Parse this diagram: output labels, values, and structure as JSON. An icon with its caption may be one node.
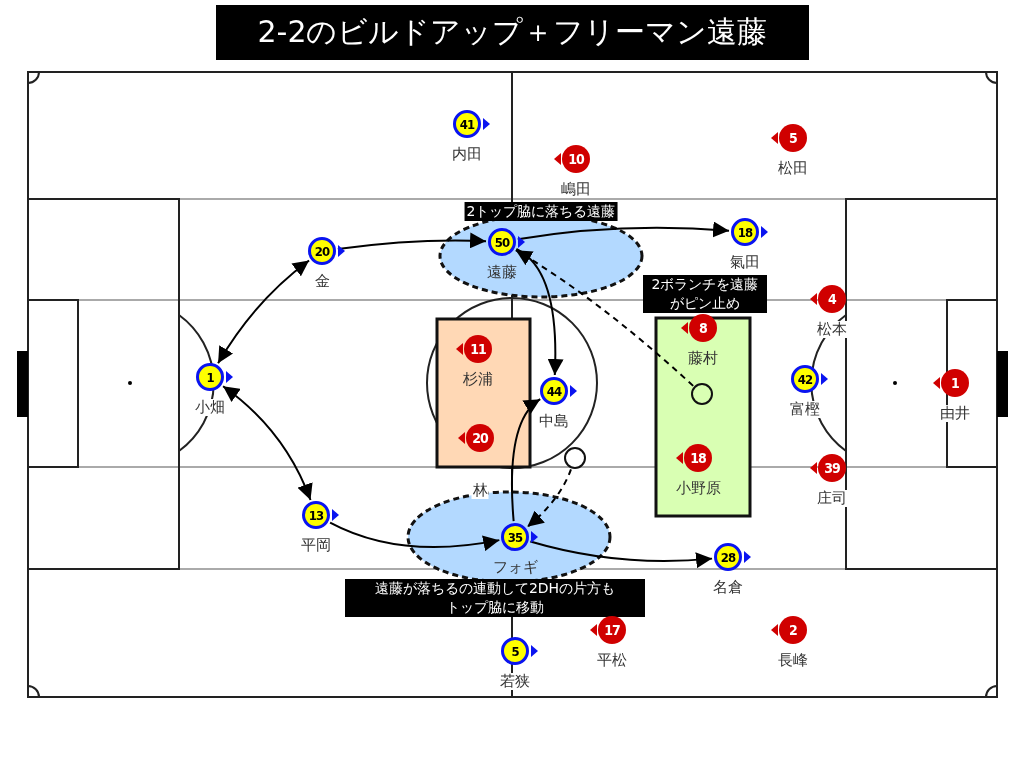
{
  "diagram": {
    "title": "2-2のビルドアップ＋フリーマン遠藤",
    "nodes": [
      {
        "text": [
          "2トップ脇に落ちる遠藤"
        ]
      },
      {
        "text": [],
        "shape": "box"
      },
      {
        "text": [
          "2ボランチを遠藤がピン止め"
        ]
      },
      {
        "text": [
          "遠藤が落ちるの連動して2DHの片方もトップ脇に移動"
        ]
      },
      {
        "text": [
          "41"
        ],
        "beside": [
          "内田"
        ]
      },
      {
        "text": [
          "5"
        ],
        "beside": [
          "松田"
        ]
      },
      {
        "text": [
          "10"
        ],
        "beside": [
          "嶋田"
        ]
      },
      {
        "text": [
          "20"
        ],
        "beside": [
          "金"
        ]
      },
      {
        "text": [
          "50"
        ],
        "beside": [
          "遠藤"
        ],
        "in": 0
      },
      {
        "text": [
          "18"
        ],
        "beside": [
          "氣田"
        ]
      },
      {
        "text": [
          "4"
        ],
        "beside": [
          "松本"
        ]
      },
      {
        "text": [
          "8"
        ],
        "beside": [
          "藤村"
        ],
        "in": 2
      },
      {
        "text": [
          "11"
        ],
        "beside": [
          "杉浦"
        ],
        "in": 1
      },
      {
        "text": [
          "1"
        ],
        "beside": [
          "小畑"
        ]
      },
      {
        "text": [
          "44"
        ],
        "beside": [
          "中島"
        ]
      },
      {
        "text": [
          "42"
        ],
        "beside": [
          "富樫"
        ]
      },
      {
        "text": [
          "1"
        ],
        "beside": [
          "由井"
        ]
      },
      {
        "text": [],
        "shape": "circle",
        "in": 2
      },
      {
        "text": [
          "20"
        ],
        "beside": [
          "林"
        ],
        "in": 1
      },
      {
        "text": [],
        "shape": "circle"
      },
      {
        "text": [
          "18"
        ],
        "beside": [
          "小野原"
        ],
        "in": 2
      },
      {
        "text": [
          "39"
        ],
        "beside": [
          "庄司"
        ]
      },
      {
        "text": [
          "13"
        ],
        "beside": [
          "平岡"
        ]
      },
      {
        "text": [
          "35"
        ],
        "beside": [
          "フォギ"
        ],
        "in": 3
      },
      {
        "text": [
          "28"
        ],
        "beside": [
          "名倉"
        ]
      },
      {
        "text": [
          "17"
        ],
        "beside": [
          "平松"
        ]
      },
      {
        "text": [
          "2"
        ],
        "beside": [
          "長峰"
        ]
      },
      {
        "text": [
          "5"
        ],
        "beside": [
          "若狭"
        ]
      }
    ],
    "edges": [
      {
        "from": 7,
        "to": 13,
        "arrow": "both"
      },
      {
        "from": 13,
        "to": 22,
        "arrow": "both"
      },
      {
        "from": 7,
        "to": 8,
        "arrow": "to"
      },
      {
        "from": 8,
        "to": 9,
        "arrow": "to"
      },
      {
        "from": 8,
        "to": 14,
        "arrow": "to"
      },
      {
        "from": 17,
        "to": 8,
        "arrow": "to",
        "style": "dashed"
      },
      {
        "from": 22,
        "to": 23,
        "arrow": "to"
      },
      {
        "from": 23,
        "to": 14,
        "arrow": "to"
      },
      {
        "from": 19,
        "to": 23,
        "arrow": "to",
        "style": "dashed"
      },
      {
        "from": 23,
        "to": 24,
        "arrow": "to"
      }
    ]
  }
}
